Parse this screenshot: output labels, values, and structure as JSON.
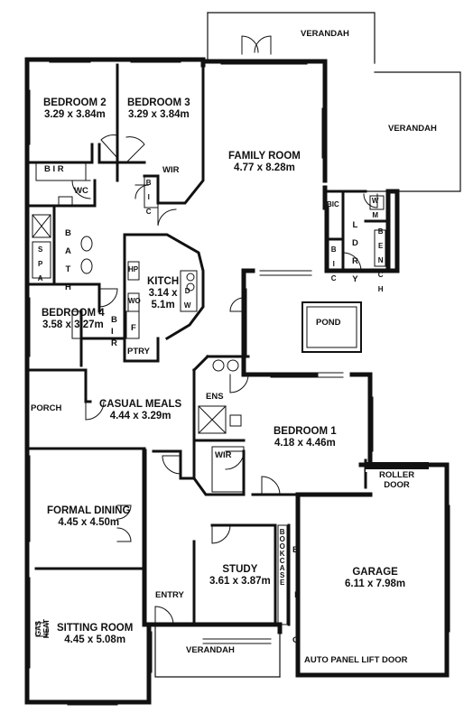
{
  "plan": {
    "rooms": [
      {
        "id": "bedroom2",
        "name": "BEDROOM 2",
        "dims": "3.29 x 3.84m"
      },
      {
        "id": "bedroom3",
        "name": "BEDROOM 3",
        "dims": "3.29 x 3.84m"
      },
      {
        "id": "family",
        "name": "FAMILY ROOM",
        "dims": "4.77 x 8.28m"
      },
      {
        "id": "kitchen",
        "name": "KITCH",
        "dims_line1": "3.14 x",
        "dims_line2": "5.1m"
      },
      {
        "id": "bedroom4",
        "name": "BEDROOM 4",
        "dims": "3.58 x 3.27m"
      },
      {
        "id": "casual",
        "name": "CASUAL MEALS",
        "dims": "4.44 x 3.29m"
      },
      {
        "id": "bedroom1",
        "name": "BEDROOM 1",
        "dims": "4.18 x 4.46m"
      },
      {
        "id": "formal",
        "name": "FORMAL DINING",
        "dims": "4.45 x 4.50m"
      },
      {
        "id": "study",
        "name": "STUDY",
        "dims": "3.61 x 3.87m"
      },
      {
        "id": "garage",
        "name": "GARAGE",
        "dims": "6.11 x 7.98m"
      },
      {
        "id": "sitting",
        "name": "SITTING ROOM",
        "dims": "4.45 x 5.08m"
      }
    ],
    "labels": {
      "verandah_top": "VERANDAH",
      "verandah_right": "VERANDAH",
      "verandah_bottom": "VERANDAH",
      "bir1": "B I R",
      "bir2": "B",
      "bir2b": "I",
      "bir2c": "R",
      "wc": "WC",
      "wir_top": "WIR",
      "bic_top": "B I C",
      "bath": "B A T H",
      "spa": "S P A",
      "hp": "HP",
      "wo": "WO",
      "dw": "D W",
      "f": "F",
      "ptry": "PTRY",
      "bic_l": "BIC",
      "ldry": "L D R Y",
      "wm": "W M",
      "bench": "B E N C H",
      "bic_b": "B I C",
      "pond": "POND",
      "porch": "PORCH",
      "ens": "ENS",
      "wir_b1": "WIR",
      "roller_door1": "ROLLER",
      "roller_door2": "DOOR",
      "bookcase": "BOOKCASE",
      "bic_g": "B I C",
      "entry": "ENTRY",
      "gas_heat1": "GAS",
      "gas_heat2": "HEAT",
      "auto_door": "AUTO PANEL LIFT DOOR"
    }
  }
}
